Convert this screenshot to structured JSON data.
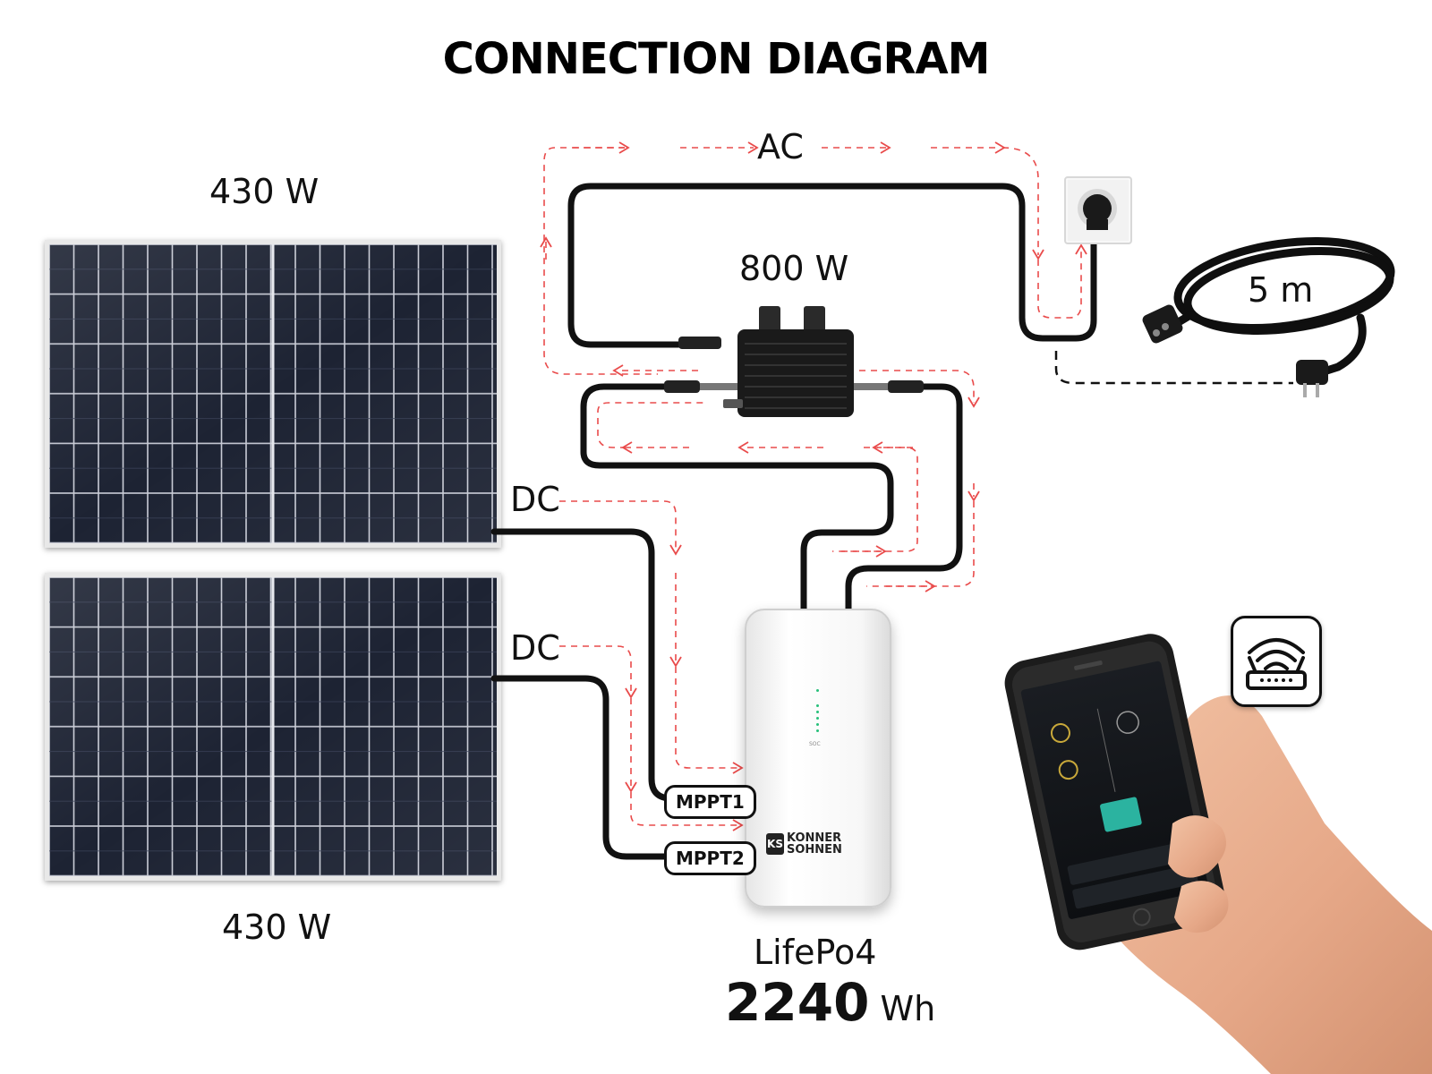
{
  "title": "CONNECTION DIAGRAM",
  "panels": {
    "top_power": "430 W",
    "bottom_power": "430 W"
  },
  "lines": {
    "ac": "AC",
    "dc_top": "DC",
    "dc_bottom": "DC"
  },
  "inverter": {
    "power": "800 W"
  },
  "cable": {
    "length": "5 m"
  },
  "battery": {
    "chemistry": "LifePo4",
    "capacity_value": "2240",
    "capacity_unit": "Wh",
    "brand_line1": "KONNER",
    "brand_line2": "SOHNEN",
    "brand_mark": "KS",
    "soc_label": "SOC"
  },
  "mppt": {
    "input1": "MPPT1",
    "input2": "MPPT2"
  },
  "colors": {
    "cable": "#111111",
    "flow_arrows": "#e94b4b",
    "soc_led": "#27c07a",
    "panel_cells": "#1d2333"
  },
  "icons": [
    "wall-socket-icon",
    "wifi-router-icon",
    "smartphone-app-icon",
    "plug-cable-icon"
  ]
}
